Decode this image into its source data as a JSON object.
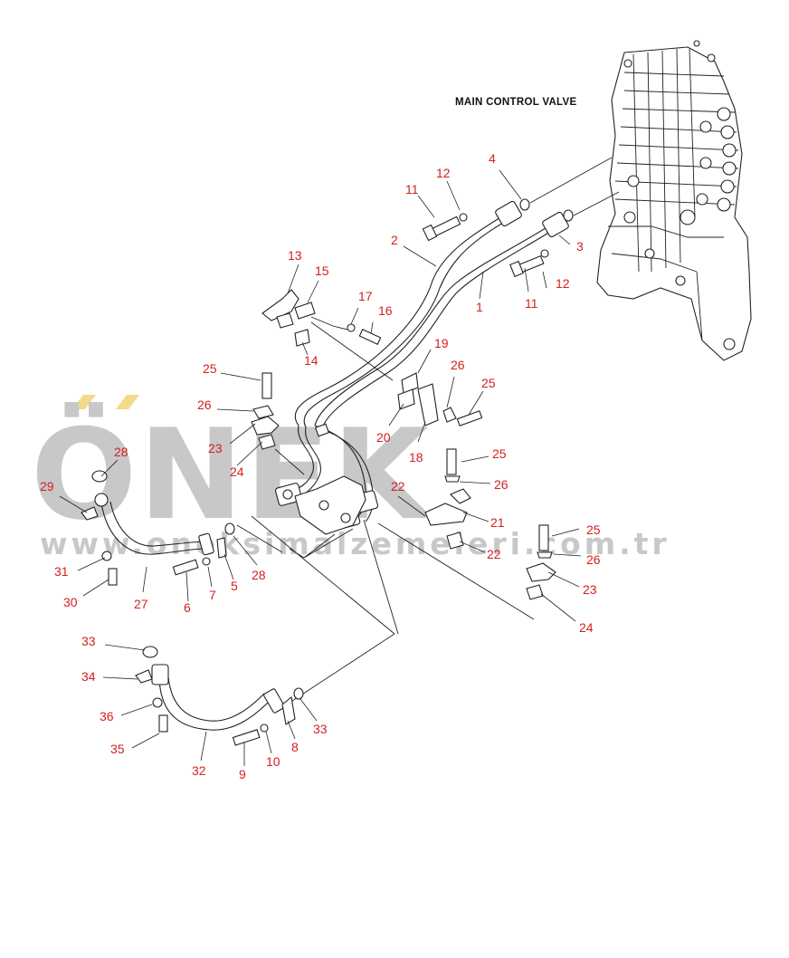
{
  "diagram": {
    "component_label": "MAIN CONTROL VALVE",
    "watermark": {
      "brand": "ÖNEK",
      "url": "www.oneksimalzemeleri.com.tr",
      "accent_color": "#f3d98a",
      "text_color": "#c8c8c8"
    },
    "label_color": "#d42020",
    "callouts": [
      {
        "id": "c1",
        "text": "1"
      },
      {
        "id": "c2",
        "text": "2"
      },
      {
        "id": "c3",
        "text": "3"
      },
      {
        "id": "c4",
        "text": "4"
      },
      {
        "id": "c5",
        "text": "5"
      },
      {
        "id": "c6",
        "text": "6"
      },
      {
        "id": "c7",
        "text": "7"
      },
      {
        "id": "c8",
        "text": "8"
      },
      {
        "id": "c9",
        "text": "9"
      },
      {
        "id": "c10",
        "text": "10"
      },
      {
        "id": "c11a",
        "text": "11"
      },
      {
        "id": "c11b",
        "text": "11"
      },
      {
        "id": "c12a",
        "text": "12"
      },
      {
        "id": "c12b",
        "text": "12"
      },
      {
        "id": "c13",
        "text": "13"
      },
      {
        "id": "c14",
        "text": "14"
      },
      {
        "id": "c15",
        "text": "15"
      },
      {
        "id": "c16",
        "text": "16"
      },
      {
        "id": "c17",
        "text": "17"
      },
      {
        "id": "c18",
        "text": "18"
      },
      {
        "id": "c19",
        "text": "19"
      },
      {
        "id": "c20",
        "text": "20"
      },
      {
        "id": "c21",
        "text": "21"
      },
      {
        "id": "c22a",
        "text": "22"
      },
      {
        "id": "c22b",
        "text": "22"
      },
      {
        "id": "c23a",
        "text": "23"
      },
      {
        "id": "c23b",
        "text": "23"
      },
      {
        "id": "c24a",
        "text": "24"
      },
      {
        "id": "c24b",
        "text": "24"
      },
      {
        "id": "c25a",
        "text": "25"
      },
      {
        "id": "c25b",
        "text": "25"
      },
      {
        "id": "c25c",
        "text": "25"
      },
      {
        "id": "c25d",
        "text": "25"
      },
      {
        "id": "c26a",
        "text": "26"
      },
      {
        "id": "c26b",
        "text": "26"
      },
      {
        "id": "c26c",
        "text": "26"
      },
      {
        "id": "c26d",
        "text": "26"
      },
      {
        "id": "c27",
        "text": "27"
      },
      {
        "id": "c28a",
        "text": "28"
      },
      {
        "id": "c28b",
        "text": "28"
      },
      {
        "id": "c29",
        "text": "29"
      },
      {
        "id": "c30",
        "text": "30"
      },
      {
        "id": "c31",
        "text": "31"
      },
      {
        "id": "c32",
        "text": "32"
      },
      {
        "id": "c33a",
        "text": "33"
      },
      {
        "id": "c33b",
        "text": "33"
      },
      {
        "id": "c34",
        "text": "34"
      },
      {
        "id": "c35",
        "text": "35"
      },
      {
        "id": "c36",
        "text": "36"
      }
    ]
  }
}
